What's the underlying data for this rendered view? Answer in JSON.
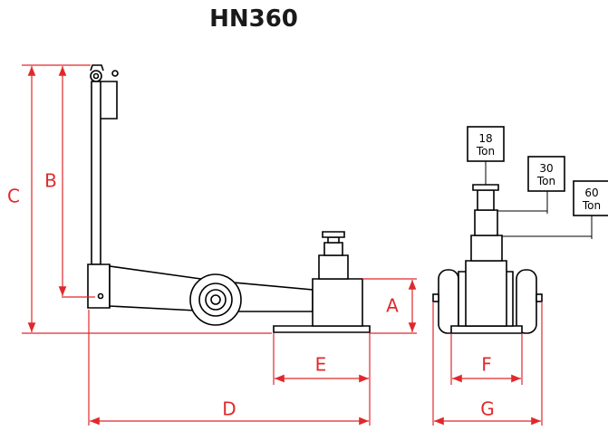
{
  "title": "HN360",
  "dimensions": {
    "a": "A",
    "b": "B",
    "c": "C",
    "d": "D",
    "e": "E",
    "f": "F",
    "g": "G"
  },
  "stages": [
    {
      "value": "18",
      "unit": "Ton"
    },
    {
      "value": "30",
      "unit": "Ton"
    },
    {
      "value": "60",
      "unit": "Ton"
    }
  ],
  "colors": {
    "dimension": "#e0282c",
    "outline": "#000000"
  }
}
